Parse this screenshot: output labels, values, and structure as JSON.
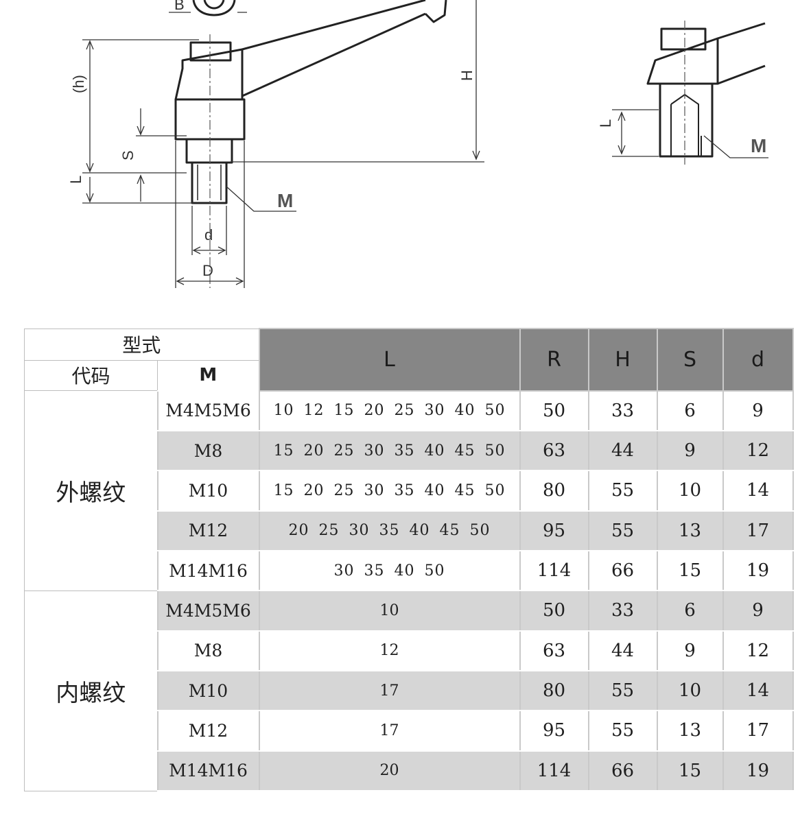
{
  "drawing": {
    "labels": {
      "b": "B",
      "h_paren": "(h)",
      "h": "H",
      "s": "S",
      "l_left": "L",
      "l_right": "L",
      "m_left": "M",
      "m_right": "M",
      "d_small": "d",
      "d_big": "D"
    }
  },
  "table": {
    "header": {
      "model": "型式",
      "code": "代码",
      "m": "M",
      "L": "L",
      "R": "R",
      "H": "H",
      "S": "S",
      "d": "d"
    },
    "groups": [
      {
        "name": "外螺纹",
        "rows": [
          {
            "m": "M4M5M6",
            "l": "10 12 15 20 25 30 40 50",
            "r": "50",
            "h": "33",
            "s": "6",
            "d": "9"
          },
          {
            "m": "M8",
            "l": "15 20 25 30 35 40 45 50",
            "r": "63",
            "h": "44",
            "s": "9",
            "d": "12"
          },
          {
            "m": "M10",
            "l": "15 20 25 30 35 40 45 50",
            "r": "80",
            "h": "55",
            "s": "10",
            "d": "14"
          },
          {
            "m": "M12",
            "l": "20 25 30 35 40 45 50",
            "r": "95",
            "h": "55",
            "s": "13",
            "d": "17"
          },
          {
            "m": "M14M16",
            "l": "30 35 40 50",
            "r": "114",
            "h": "66",
            "s": "15",
            "d": "19"
          }
        ]
      },
      {
        "name": "内螺纹",
        "rows": [
          {
            "m": "M4M5M6",
            "l": "10",
            "r": "50",
            "h": "33",
            "s": "6",
            "d": "9"
          },
          {
            "m": "M8",
            "l": "12",
            "r": "63",
            "h": "44",
            "s": "9",
            "d": "12"
          },
          {
            "m": "M10",
            "l": "17",
            "r": "80",
            "h": "55",
            "s": "10",
            "d": "14"
          },
          {
            "m": "M12",
            "l": "17",
            "r": "95",
            "h": "55",
            "s": "13",
            "d": "17"
          },
          {
            "m": "M14M16",
            "l": "20",
            "r": "114",
            "h": "66",
            "s": "15",
            "d": "19"
          }
        ]
      }
    ]
  }
}
